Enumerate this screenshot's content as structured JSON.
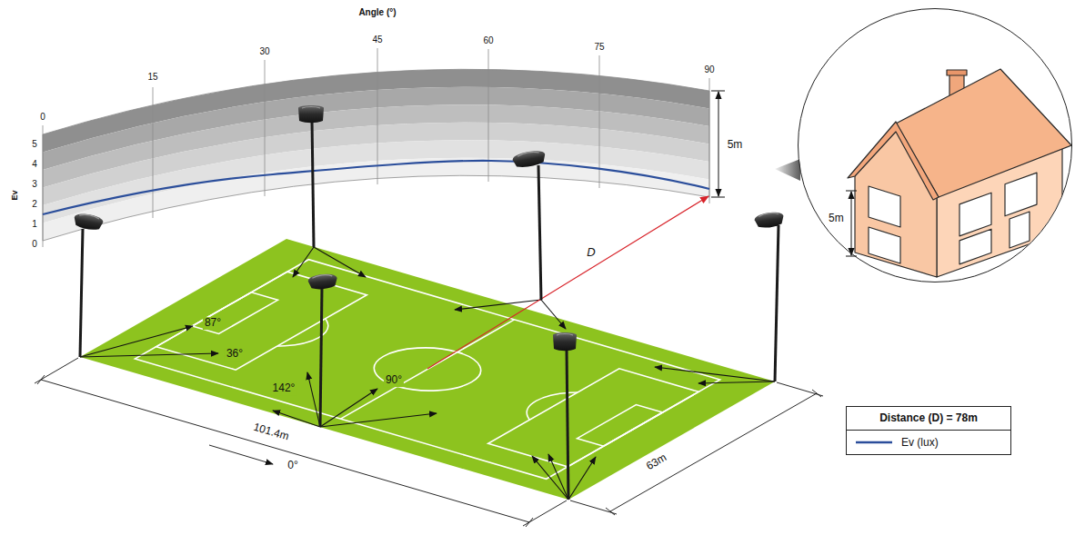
{
  "diagram": {
    "nodes": [
      {
        "text": [
          "5m"
        ]
      },
      {
        "text": [
          "Distance (D) = 78m"
        ]
      }
    ],
    "labels": [
      "Angle (°)",
      "0",
      "15",
      "30",
      "45",
      "60",
      "75",
      "90",
      "Ev",
      "5",
      "4",
      "3",
      "2",
      "1",
      "0",
      "5m",
      "D",
      "87°",
      "36°",
      "142°",
      "90°",
      "101.4m",
      "63m",
      "0°"
    ],
    "legend": [
      {
        "text": "Ev (lux)"
      }
    ]
  }
}
